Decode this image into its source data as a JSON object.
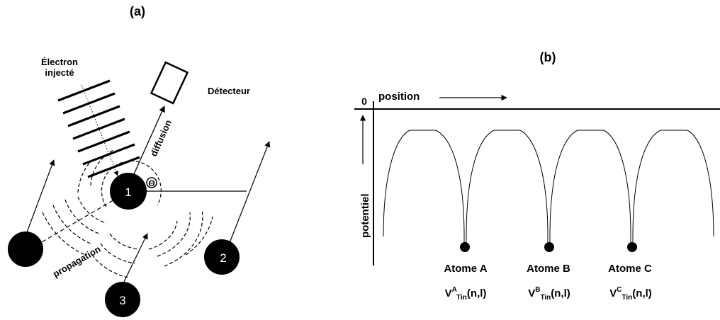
{
  "panel_a": {
    "label": "(a)",
    "electron_label_line1": "Électron",
    "electron_label_line2": "injecté",
    "detector_label": "Détecteur",
    "diffusion_label": "diffusion",
    "propagation_label": "propagation",
    "theta_symbol": "Θ",
    "atom_labels": [
      "1",
      "2",
      "3"
    ]
  },
  "panel_b": {
    "label": "(b)",
    "zero_label": "0",
    "position_label": "position",
    "potential_label": "potentiel",
    "atoms": [
      {
        "name": "Atome A",
        "v_base": "V",
        "v_sup": "A",
        "v_sub": "Tin",
        "v_args": "(n,l)"
      },
      {
        "name": "Atome B",
        "v_base": "V",
        "v_sup": "B",
        "v_sub": "Tin",
        "v_args": "(n,l)"
      },
      {
        "name": "Atome C",
        "v_base": "V",
        "v_sup": "C",
        "v_sub": "Tin",
        "v_args": "(n,l)"
      }
    ]
  },
  "colors": {
    "ink": "#000000",
    "background": "#ffffff"
  }
}
